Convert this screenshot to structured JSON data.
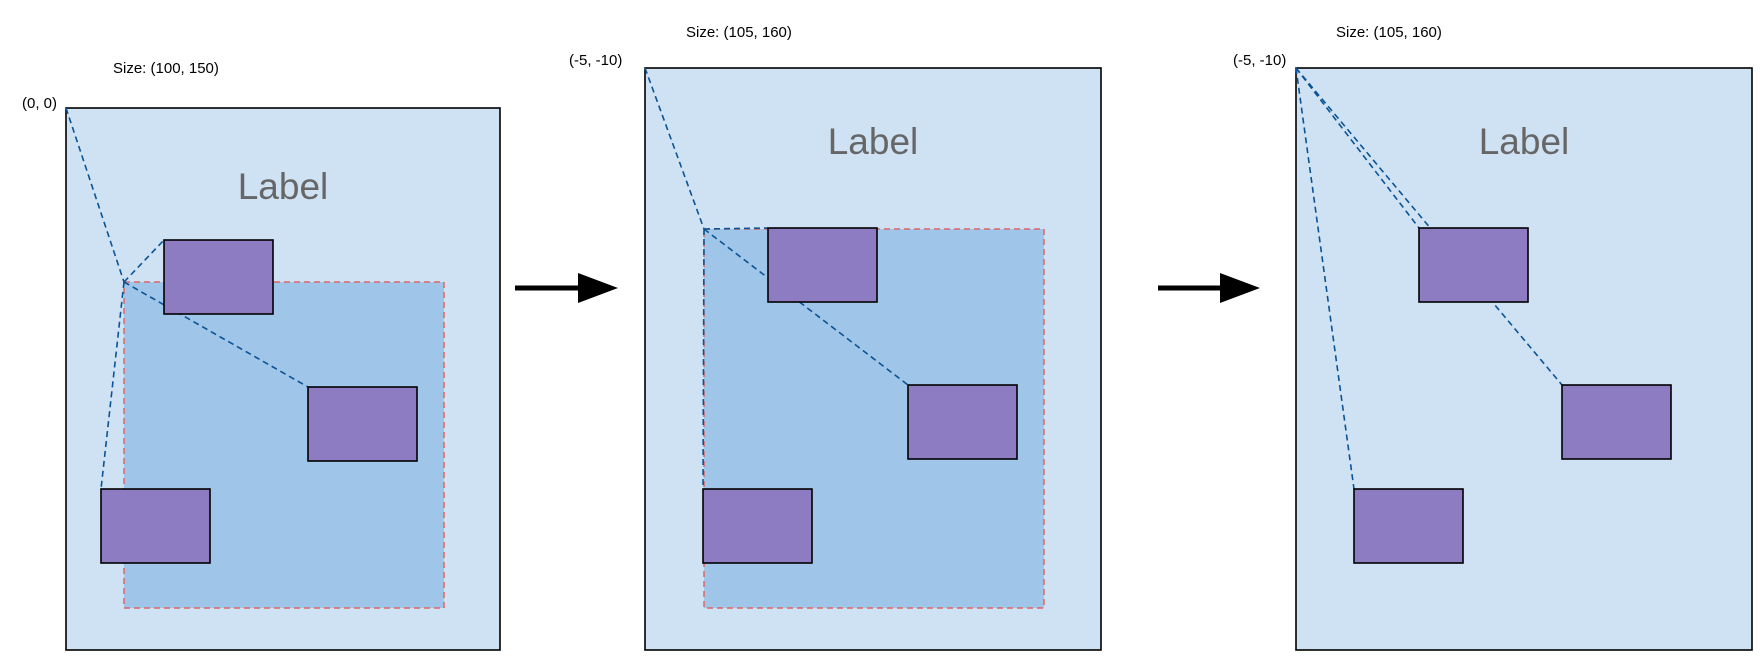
{
  "colors": {
    "container_fill": "#cfe2f3",
    "content_fill": "#9fc5e8",
    "item_fill": "#8e7cc3",
    "content_border": "#e06666",
    "connector": "#0b5394",
    "arrow": "#000000",
    "label_text": "#666666"
  },
  "panels": [
    {
      "size_text": "Size: (100, 150)",
      "origin_text": "(0, 0)",
      "label": "Label",
      "content_area": true,
      "connector_mode": "via-content-origin"
    },
    {
      "size_text": "Size: (105, 160)",
      "origin_text": "(-5, -10)",
      "label": "Label",
      "content_area": true,
      "connector_mode": "via-content-origin"
    },
    {
      "size_text": "Size: (105, 160)",
      "origin_text": "(-5, -10)",
      "label": "Label",
      "content_area": false,
      "connector_mode": "direct"
    }
  ],
  "arrows": [
    {
      "from": "panel-1",
      "to": "panel-2"
    },
    {
      "from": "panel-2",
      "to": "panel-3"
    }
  ]
}
